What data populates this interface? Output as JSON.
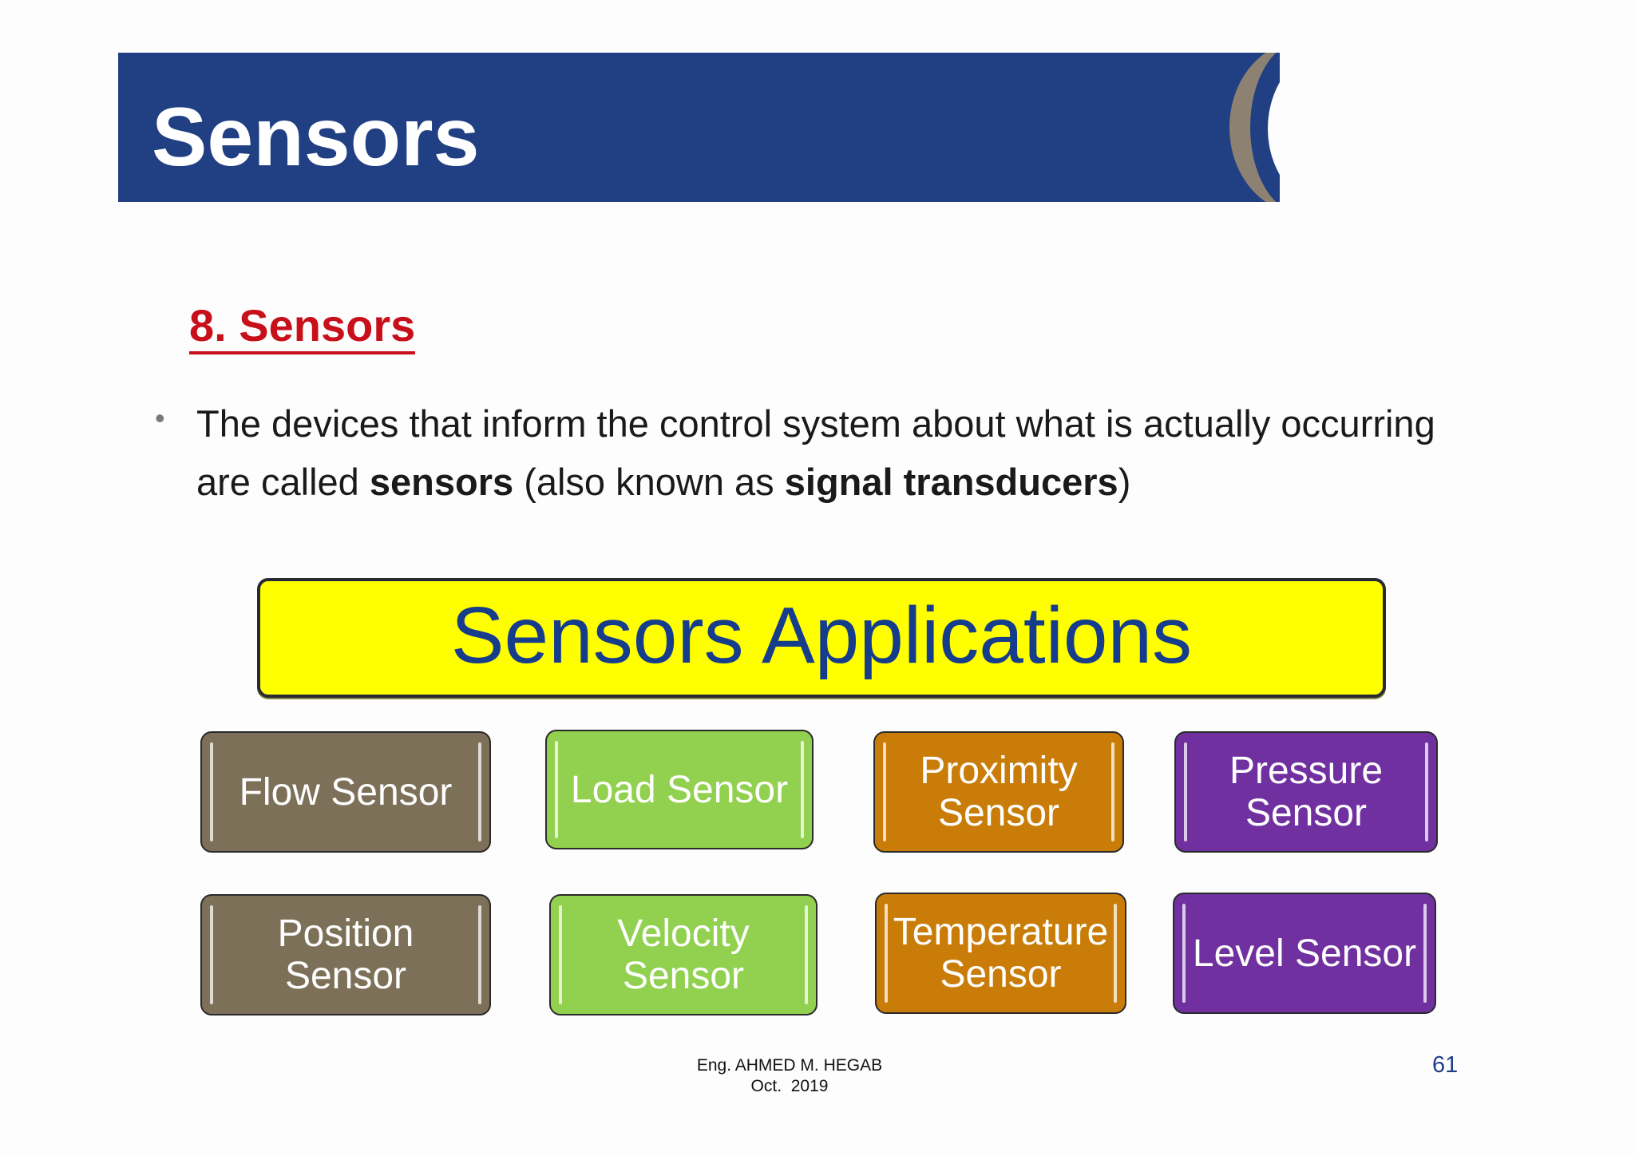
{
  "header": {
    "title": "Sensors",
    "bar_color": "#213f83",
    "arc_color": "#8d8171"
  },
  "content": {
    "section_heading": "8. Sensors",
    "bullet": {
      "text_before": "The devices that inform the control system about what is actually occurring are called ",
      "bold_1": "sensors",
      "text_middle": " (also known as ",
      "bold_2": "signal transducers",
      "text_after": ")"
    }
  },
  "diagram": {
    "banner": "Sensors Applications",
    "banner_color": "#ffff00",
    "tiles": [
      {
        "label": "Flow Sensor",
        "color": "#7d7059"
      },
      {
        "label": "Load Sensor",
        "color": "#92d050"
      },
      {
        "label": "Proximity Sensor",
        "color": "#c97d08"
      },
      {
        "label": "Pressure Sensor",
        "color": "#7030a0"
      },
      {
        "label": "Position Sensor",
        "color": "#7d7059"
      },
      {
        "label": "Velocity Sensor",
        "color": "#92d050"
      },
      {
        "label": "Temperature Sensor",
        "color": "#c97d08"
      },
      {
        "label": "Level Sensor",
        "color": "#7030a0"
      }
    ]
  },
  "footer": {
    "author": "Eng. AHMED M. HEGAB",
    "date": "Oct.  2019",
    "page_number": "61"
  }
}
